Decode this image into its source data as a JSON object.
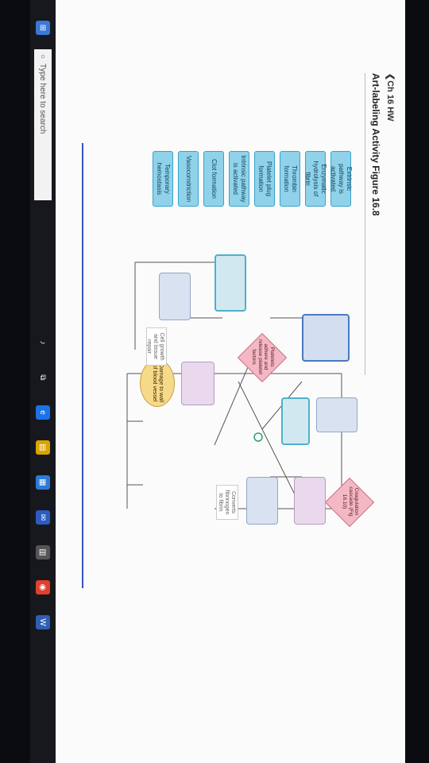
{
  "header": {
    "back_label": "❮Ch 16 HW",
    "title": "Art-labeling Activity Figure 16.8"
  },
  "labels": [
    "Extrinsic pathway is activated",
    "Enzymatic hydrolysis of fibrin",
    "Thrombin formation",
    "Platelet plug formation",
    "Intrinsic pathway is activated",
    "Clot formation",
    "Vasoconstriction",
    "Temporary hemostasis"
  ],
  "diagram": {
    "start_node": "Damage to wall of blood vessel",
    "platelets_node": "Platelets adhere and release platelet factors",
    "coagulation_node": "Coagulation cascade (Fig 16.10)",
    "converts_node": "Converts fibrinogen to fibrin",
    "cell_growth_node": "Cell growth and tissue repair"
  },
  "taskbar": {
    "search_placeholder": "Type here to search"
  },
  "colors": {
    "label_bg": "#8fd2ea",
    "diamond": "#f3b8c4",
    "oval": "#f7d98a",
    "accent_line": "#3a52c2"
  }
}
